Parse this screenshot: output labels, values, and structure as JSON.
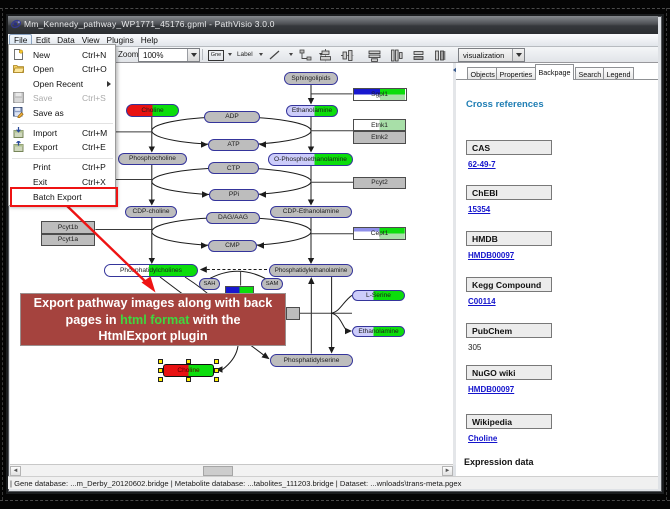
{
  "window": {
    "title": "Mm_Kennedy_pathway_WP1771_45176.gpml - PathVisio 3.0.0"
  },
  "menu_bar": {
    "items": [
      {
        "label": "File"
      },
      {
        "label": "Edit"
      },
      {
        "label": "Data"
      },
      {
        "label": "View"
      },
      {
        "label": "Plugins"
      },
      {
        "label": "Help"
      }
    ]
  },
  "file_menu": {
    "items": [
      {
        "label": "New",
        "shortcut": "Ctrl+N"
      },
      {
        "label": "Open",
        "shortcut": "Ctrl+O"
      },
      {
        "label": "Open Recent",
        "shortcut": ""
      },
      {
        "label": "Save",
        "shortcut": "Ctrl+S"
      },
      {
        "label": "Save as",
        "shortcut": ""
      },
      {
        "label": "Import",
        "shortcut": "Ctrl+M"
      },
      {
        "label": "Export",
        "shortcut": "Ctrl+E"
      },
      {
        "label": "Print",
        "shortcut": "Ctrl+P"
      },
      {
        "label": "Exit",
        "shortcut": "Ctrl+X"
      },
      {
        "label": "Batch Export",
        "shortcut": ""
      }
    ]
  },
  "toolbar": {
    "zoom_label": "Zoom:",
    "zoom_value": "100%",
    "gene_button": "Gne",
    "label_button": "Label",
    "visualization_value": "visualization"
  },
  "pathway": {
    "nodes": [
      {
        "label": "Sphingolipids"
      },
      {
        "label": "Choline"
      },
      {
        "label": "Ethanolamine"
      },
      {
        "label": "ADP"
      },
      {
        "label": "ATP"
      },
      {
        "label": "Phosphocholine"
      },
      {
        "label": "O-Phosphoethanolamine"
      },
      {
        "label": "CTP"
      },
      {
        "label": "PPi"
      },
      {
        "label": "CDP-choline"
      },
      {
        "label": "CDP-Ethanolamine"
      },
      {
        "label": "DAG/AAG"
      },
      {
        "label": "CMP"
      },
      {
        "label": "Phosphatidylcholines"
      },
      {
        "label": "Phosphatidylethanolamine"
      },
      {
        "label": "SAH"
      },
      {
        "label": "SAM"
      },
      {
        "label": "Phosphatidylserine"
      },
      {
        "label": "L-Serine"
      },
      {
        "label": "Ethanolamine"
      },
      {
        "label": "Choline"
      },
      {
        "label": "Sgpl1"
      },
      {
        "label": "Etnk1"
      },
      {
        "label": "Etnk2"
      },
      {
        "label": "Pcyt2"
      },
      {
        "label": "Cept1"
      },
      {
        "label": "Pcyt1b"
      },
      {
        "label": "Pcyt1a"
      }
    ]
  },
  "annotation": {
    "line1": "Export pathway images along with back",
    "line2_prefix": "pages in ",
    "line2_highlight": "html format",
    "line2_suffix": " with the",
    "line3": "HtmlExport plugin"
  },
  "side_panel": {
    "tabs": [
      {
        "label": "Objects"
      },
      {
        "label": "Properties"
      },
      {
        "label": "Backpage"
      },
      {
        "label": "Search"
      },
      {
        "label": "Legend"
      }
    ],
    "active_tab": "Backpage",
    "heading": "Cross references",
    "sections": [
      {
        "name": "CAS",
        "value": "62-49-7",
        "is_link": true
      },
      {
        "name": "ChEBI",
        "value": "15354",
        "is_link": true
      },
      {
        "name": "HMDB",
        "value": "HMDB00097",
        "is_link": true
      },
      {
        "name": "Kegg Compound",
        "value": "C00114",
        "is_link": true
      },
      {
        "name": "PubChem",
        "value": "305",
        "is_link": false
      },
      {
        "name": "NuGO wiki",
        "value": "HMDB00097",
        "is_link": true
      },
      {
        "name": "Wikipedia",
        "value": "Choline",
        "is_link": true
      }
    ],
    "footer": "Expression data"
  },
  "status_bar": {
    "text": "| Gene database: ...m_Derby_20120602.bridge | Metabolite database: ...tabolites_111203.bridge | Dataset: ...wnloads\\trans-meta.pgex"
  },
  "palette": {
    "node_green": "#0cdd0c",
    "node_pale_green": "#a8dfa8",
    "node_lavender": "#ccccfa",
    "node_red": "#e81212",
    "node_blue": "#1818cf",
    "node_pale_blue": "#8f8fea",
    "node_gray": "#bdbdbd",
    "callout_bg": "#a5433e",
    "callout_highlight": "#3fd83f",
    "annotation_red": "#ee1313",
    "link_blue": "#1414cc",
    "heading_blue": "#1f7eb4"
  }
}
